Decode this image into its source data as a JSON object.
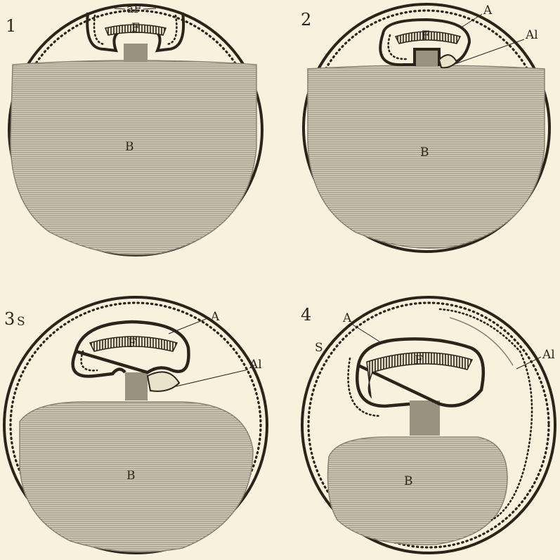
{
  "figures": [
    {
      "number": "1",
      "labels": {
        "top": "aF",
        "embryo": "F",
        "yolk": "B"
      }
    },
    {
      "number": "2",
      "labels": {
        "amnion": "A",
        "allantois": "Al",
        "embryo": "F",
        "yolk": "B"
      }
    },
    {
      "number": "3",
      "labels": {
        "serosa": "S",
        "amnion": "A",
        "allantois": "Al",
        "embryo": "F",
        "yolk": "B"
      }
    },
    {
      "number": "4",
      "labels": {
        "amnion": "A",
        "serosa": "S",
        "allantois": "Al",
        "embryo": "F",
        "yolk": "B"
      }
    }
  ],
  "colors": {
    "paper": "#f7f1de",
    "ink": "#2c2418",
    "yolk_fill": "#c9c1ae",
    "line": "#8a8172"
  }
}
